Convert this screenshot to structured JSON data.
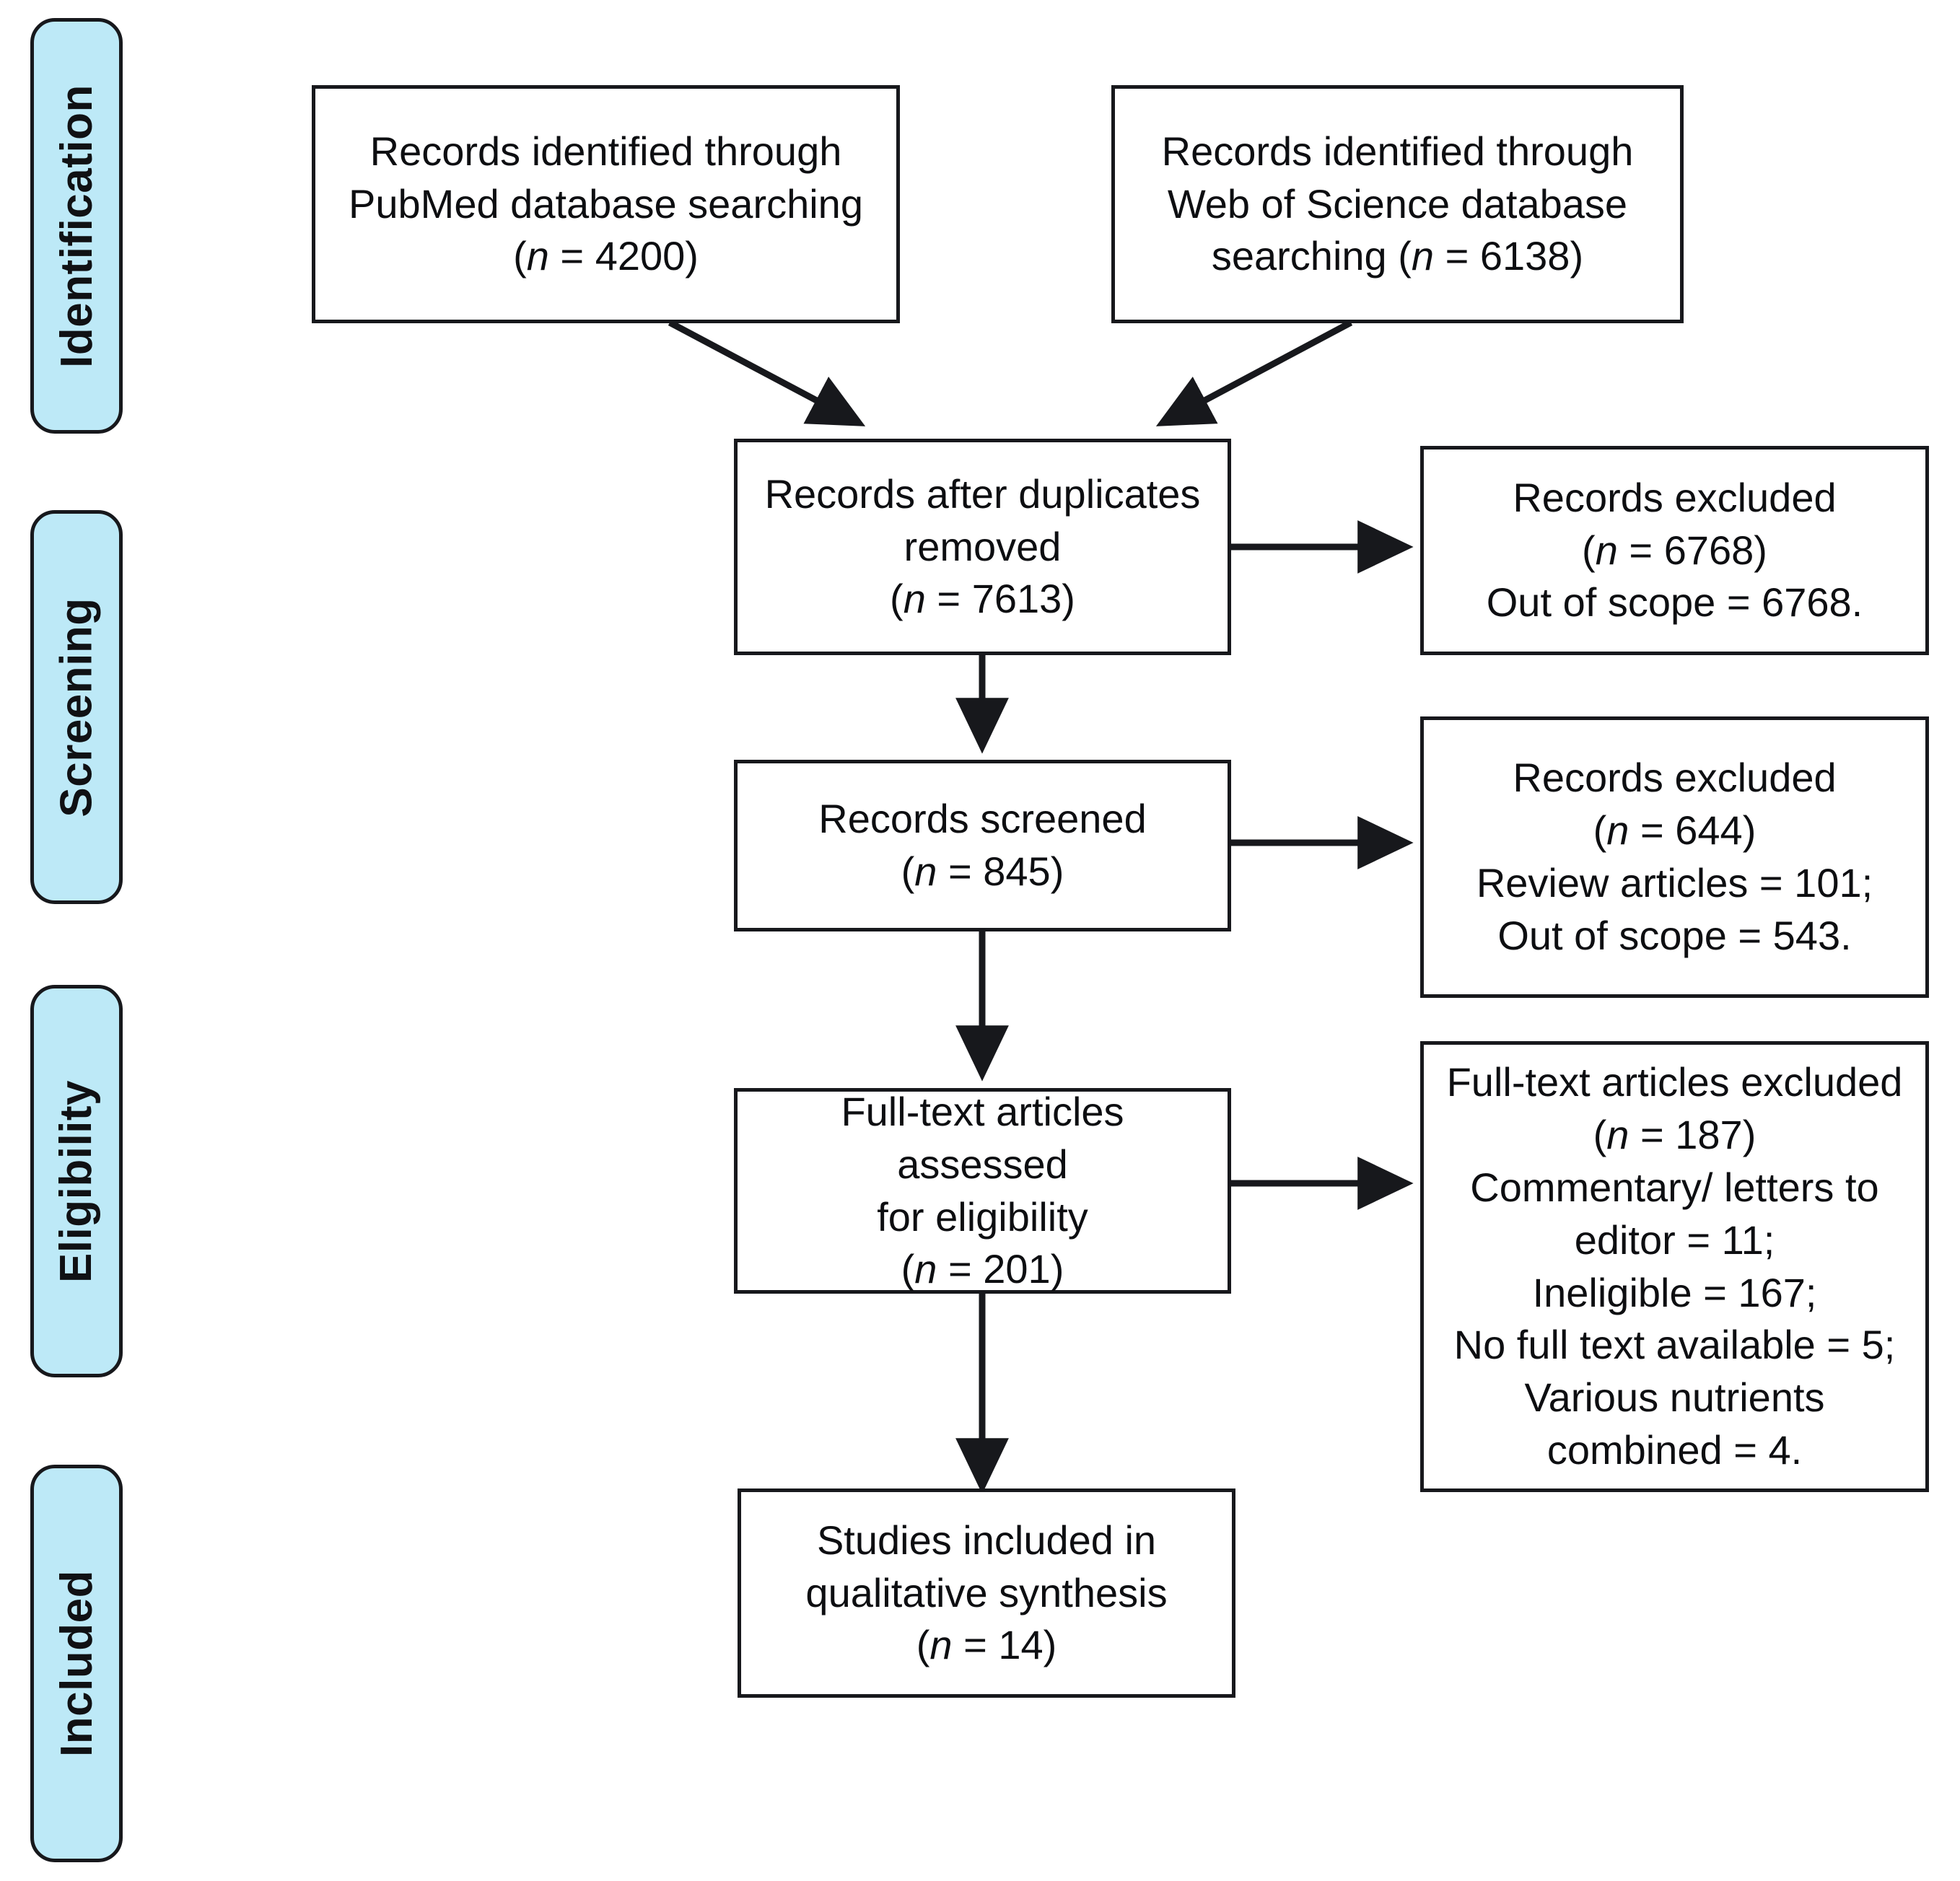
{
  "diagram": {
    "type": "prisma-flow-diagram",
    "title": "PRISMA flow diagram of study selection",
    "accent_color": "#bde9f7",
    "line_color": "#17181c",
    "background_color": "#ffffff"
  },
  "stages": [
    {
      "id": "identification",
      "label": "Identification"
    },
    {
      "id": "screening",
      "label": "Screening"
    },
    {
      "id": "eligibility",
      "label": "Eligibility"
    },
    {
      "id": "included",
      "label": "Included"
    }
  ],
  "boxes": {
    "pubmed": {
      "lines": [
        "Records identified through",
        "PubMed database searching",
        "(n = 4200)"
      ],
      "count": 4200
    },
    "wos": {
      "lines": [
        "Records identified through",
        "Web of Science database",
        "searching (n = 6138)"
      ],
      "count": 6138
    },
    "duplicates_removed": {
      "lines": [
        "Records after duplicates",
        "removed",
        "(n = 7613)"
      ],
      "count": 7613
    },
    "excluded_duplicates": {
      "lines": [
        "Records excluded",
        "(n = 6768)",
        "Out of scope = 6768."
      ],
      "count": 6768,
      "reasons": [
        {
          "label": "Out of scope",
          "value": 6768
        }
      ]
    },
    "records_screened": {
      "lines": [
        "Records screened",
        "(n = 845)"
      ],
      "count": 845
    },
    "excluded_screened": {
      "lines": [
        "Records excluded",
        "(n = 644)",
        "Review articles = 101;",
        "Out of scope = 543."
      ],
      "count": 644,
      "reasons": [
        {
          "label": "Review articles",
          "value": 101
        },
        {
          "label": "Out of scope",
          "value": 543
        }
      ]
    },
    "fulltext_assessed": {
      "lines": [
        "Full-text articles assessed",
        "for eligibility",
        "(n = 201)"
      ],
      "count": 201
    },
    "fulltext_excluded": {
      "lines": [
        "Full-text articles excluded",
        "(n = 187)",
        "Commentary/ letters to",
        "editor = 11;",
        "Ineligible = 167;",
        "No full text available = 5;",
        "Various nutrients",
        "combined = 4."
      ],
      "count": 187,
      "reasons": [
        {
          "label": "Commentary/ letters to editor",
          "value": 11
        },
        {
          "label": "Ineligible",
          "value": 167
        },
        {
          "label": "No full text available",
          "value": 5
        },
        {
          "label": "Various nutrients combined",
          "value": 4
        }
      ]
    },
    "studies_included": {
      "lines": [
        "Studies included in",
        "qualitative synthesis",
        "(n = 14)"
      ],
      "count": 14
    }
  }
}
